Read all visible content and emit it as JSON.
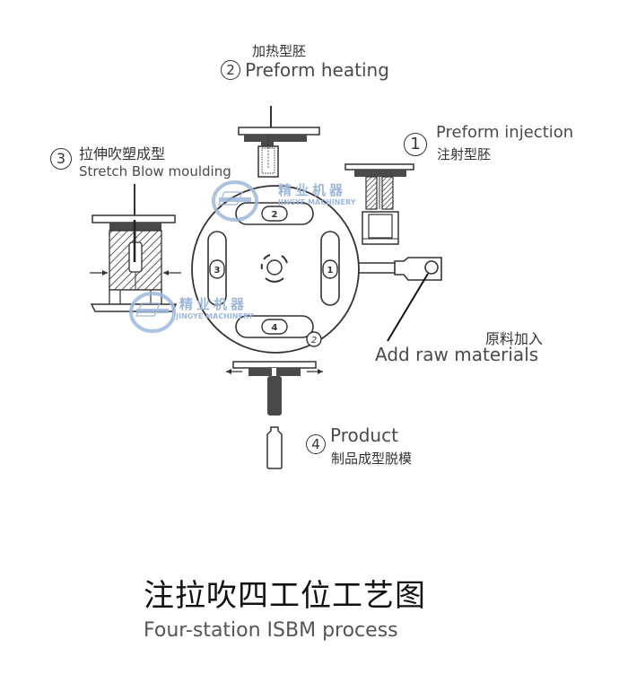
{
  "stations": {
    "heating": {
      "number": "2",
      "zh": "加热型胚",
      "en": "Preform heating"
    },
    "injection": {
      "number": "1",
      "zh": "注射型胚",
      "en": "Preform injection"
    },
    "stretch": {
      "number": "3",
      "zh": "拉伸吹塑成型",
      "en": "Stretch Blow moulding"
    },
    "product": {
      "number": "4",
      "zh": "制品成型脱模",
      "en": "Product"
    }
  },
  "raw_materials": {
    "zh": "原料加入",
    "en": "Add raw materials"
  },
  "turntable": {
    "slot_numbers": [
      "2",
      "1",
      "3",
      "4"
    ],
    "rim_number": "2"
  },
  "watermark": {
    "brand_zh": "精业机器",
    "brand_en": "JINGYE MACHINERY",
    "color": "#9db8dc"
  },
  "title": {
    "zh": "注拉吹四工位工艺图",
    "en": "Four-station ISBM process"
  },
  "colors": {
    "line": "#333333",
    "dark_fill": "#4a4a4a",
    "text": "#444444"
  }
}
